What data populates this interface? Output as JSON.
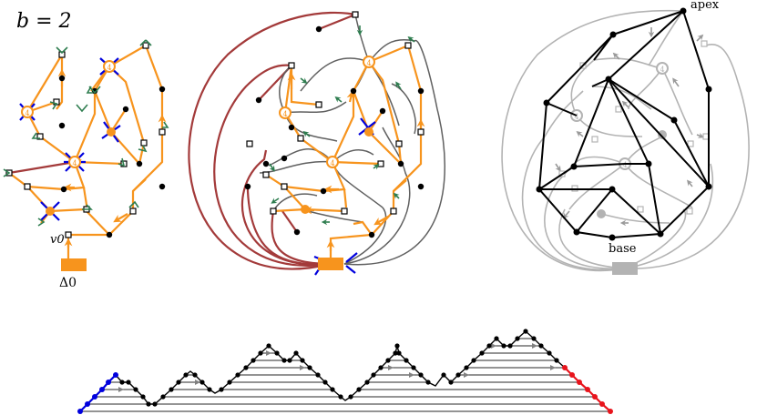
{
  "labels": {
    "b_param": "b = 2",
    "v0": "v0",
    "delta0": "Δ0",
    "apex": "apex",
    "base": "base"
  },
  "colors": {
    "orange": "#f7941d",
    "blue": "#0000dd",
    "green": "#2e7d4f",
    "darkred": "#a33a3a",
    "gray": "#606060",
    "lightgray": "#b3b3b3",
    "black": "#000000",
    "red": "#e8141c"
  },
  "vertex_marks": {
    "degree_label": "4"
  }
}
